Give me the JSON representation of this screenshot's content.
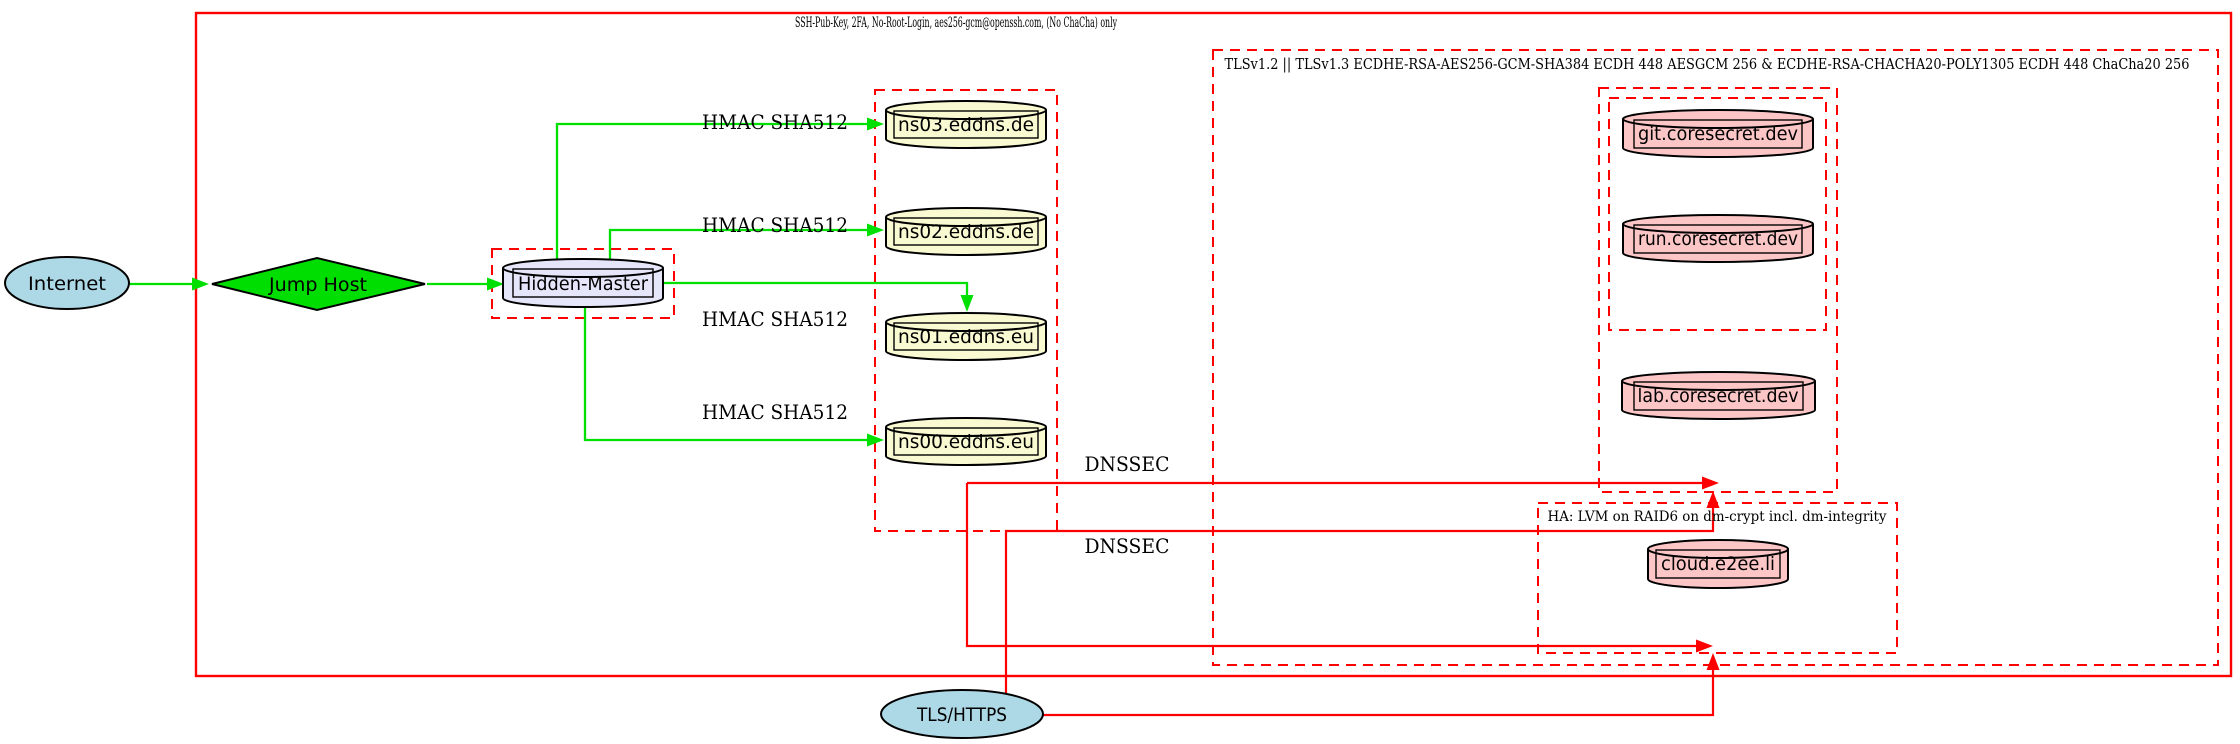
{
  "clusters": {
    "ssh": {
      "label": "SSH-Pub-Key, 2FA, No-Root-Login, aes256-gcm@openssh.com, (No ChaCha) only"
    },
    "tls": {
      "label": "TLSv1.2 || TLSv1.3 ECDHE-RSA-AES256-GCM-SHA384 ECDH 448 AESGCM 256 & ECDHE-RSA-CHACHA20-POLY1305 ECDH 448 ChaCha20 256"
    },
    "ha": {
      "label": "HA: LVM on RAID6 on dm-crypt incl. dm-integrity"
    }
  },
  "nodes": {
    "internet": {
      "label": "Internet",
      "shape": "ellipse"
    },
    "jump_host": {
      "label": "Jump Host",
      "shape": "diamond"
    },
    "hidden_master": {
      "label": "Hidden-Master",
      "shape": "cylinder"
    },
    "ns03": {
      "label": "ns03.eddns.de",
      "shape": "cylinder"
    },
    "ns02": {
      "label": "ns02.eddns.de",
      "shape": "cylinder"
    },
    "ns01": {
      "label": "ns01.eddns.eu",
      "shape": "cylinder"
    },
    "ns00": {
      "label": "ns00.eddns.eu",
      "shape": "cylinder"
    },
    "git": {
      "label": "git.coresecret.dev",
      "shape": "cylinder"
    },
    "run": {
      "label": "run.coresecret.dev",
      "shape": "cylinder"
    },
    "lab": {
      "label": "lab.coresecret.dev",
      "shape": "cylinder"
    },
    "cloud": {
      "label": "cloud.e2ee.li",
      "shape": "cylinder"
    },
    "tls_https": {
      "label": "TLS/HTTPS",
      "shape": "ellipse"
    }
  },
  "edges": {
    "hmac_ns03": {
      "label": "HMAC SHA512"
    },
    "hmac_ns02": {
      "label": "HMAC SHA512"
    },
    "hmac_ns01": {
      "label": "HMAC SHA512"
    },
    "hmac_ns00": {
      "label": "HMAC SHA512"
    },
    "dnssec_1": {
      "label": "DNSSEC"
    },
    "dnssec_2": {
      "label": "DNSSEC"
    }
  },
  "colors": {
    "secure_edge_green": "#00e000",
    "boundary_red": "#ff0000",
    "internet_fill": "#add8e6",
    "jump_host_fill": "#00dd00",
    "hidden_master_fill": "#e6e6fa",
    "dns_server_fill": "#fafad2",
    "web_server_fill": "#fdc6c6"
  }
}
